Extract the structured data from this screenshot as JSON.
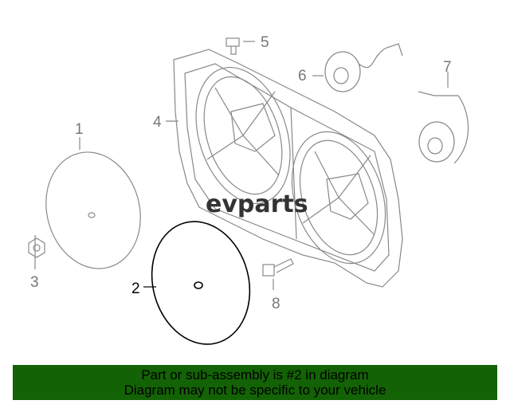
{
  "logo": {
    "text": "evparts"
  },
  "callouts": [
    {
      "number": "1",
      "active": false
    },
    {
      "number": "2",
      "active": true
    },
    {
      "number": "3",
      "active": false
    },
    {
      "number": "4",
      "active": false
    },
    {
      "number": "5",
      "active": false
    },
    {
      "number": "6",
      "active": false
    },
    {
      "number": "7",
      "active": false
    },
    {
      "number": "8",
      "active": false
    }
  ],
  "banner": {
    "line1": "Part or sub-assembly is #2 in diagram",
    "line2": "Diagram may not be specific to your vehicle",
    "color": "#136205"
  }
}
